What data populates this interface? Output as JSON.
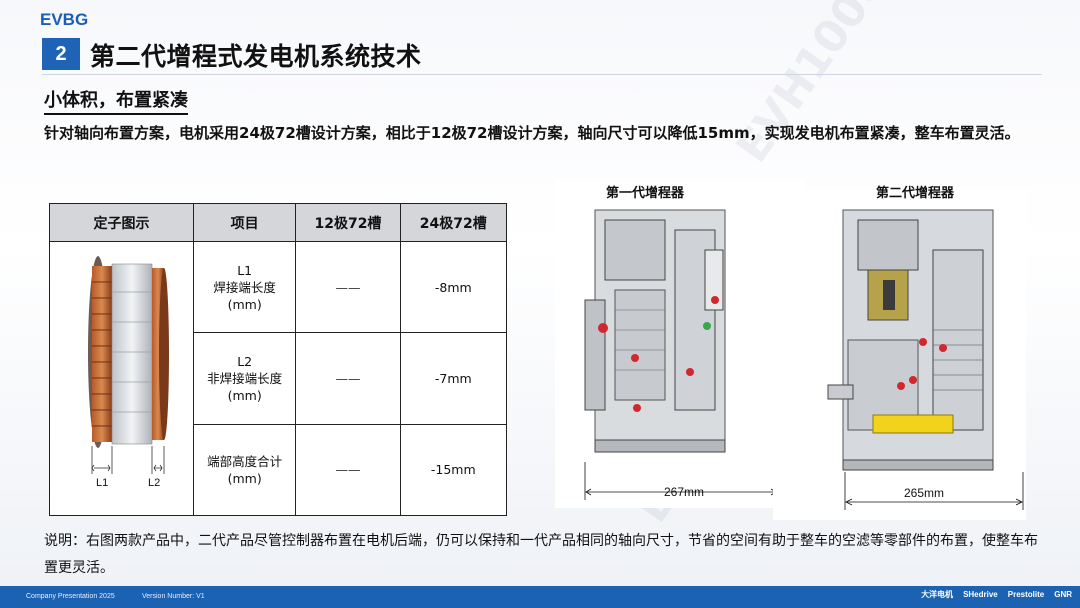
{
  "brand": "EVBG",
  "section_number": "2",
  "title": "第二代增程式发电机系统技术",
  "subtitle": "小体积，布置紧凑",
  "lead": "针对轴向布置方案，电机采用24极72槽设计方案，相比于12极72槽设计方案，轴向尺寸可以降低15mm，实现发电机布置紧凑，整车布置灵活。",
  "table": {
    "headers": [
      "定子图示",
      "项目",
      "12极72槽",
      "24极72槽"
    ],
    "rows": [
      {
        "item_name": "L1",
        "item_desc": "焊接端长度",
        "item_unit": "(mm)",
        "v12": "——",
        "v24": "-8mm"
      },
      {
        "item_name": "L2",
        "item_desc": "非焊接端长度",
        "item_unit": "(mm)",
        "v12": "——",
        "v24": "-7mm"
      },
      {
        "item_name": "",
        "item_desc": "端部高度合计",
        "item_unit": "(mm)",
        "v12": "——",
        "v24": "-15mm"
      }
    ],
    "stator_labels": {
      "l1": "L1",
      "l2": "L2"
    }
  },
  "products": {
    "gen1": {
      "label": "第一代增程器",
      "dimension": "267mm"
    },
    "gen2": {
      "label": "第二代增程器",
      "dimension": "265mm"
    }
  },
  "note": "说明：右图两款产品中，二代产品尽管控制器布置在电机后端，仍可以保持和一代产品相同的轴向尺寸，节省的空间有助于整车的空滤等零部件的布置，使整车布置更灵活。",
  "footer": {
    "company": "Company Presentation 2025",
    "version": "Version Number: V1",
    "logos": [
      "大洋电机",
      "SHedrive",
      "Prestolite",
      "GNR"
    ]
  }
}
